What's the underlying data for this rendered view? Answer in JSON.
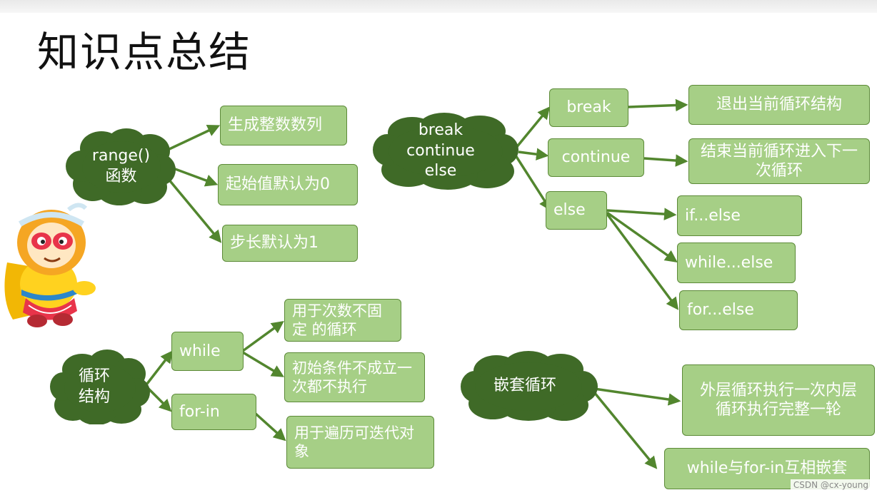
{
  "title": "知识点总结",
  "watermark": "CSDN @cx-young",
  "range_group": {
    "cloud_line1": "range()",
    "cloud_line2": "函数",
    "items": [
      "生成整数数列",
      "起始值默认为0",
      "步长默认为1"
    ]
  },
  "bce_group": {
    "cloud_line1": "break",
    "cloud_line2": "continue",
    "cloud_line3": "else",
    "break_label": "break",
    "continue_label": "continue",
    "else_label": "else",
    "break_desc": "退出当前循环结构",
    "continue_desc": "结束当前循环进入下一次循环",
    "else_items": [
      "if...else",
      "while...else",
      "for...else"
    ]
  },
  "loop_group": {
    "cloud_line1": "循环",
    "cloud_line2": "结构",
    "while_label": "while",
    "forin_label": "for-in",
    "while_items": [
      "用于次数不固定 的循环",
      "初始条件不成立一次都不执行"
    ],
    "forin_desc": "用于遍历可迭代对象"
  },
  "nested_group": {
    "cloud_label": "嵌套循环",
    "items": [
      "外层循环执行一次内层循环执行完整一轮",
      "while与for-in互相嵌套"
    ]
  },
  "colors": {
    "cloud": "#3f6a27",
    "box": "#a6cf86",
    "arrow": "#52862e"
  }
}
